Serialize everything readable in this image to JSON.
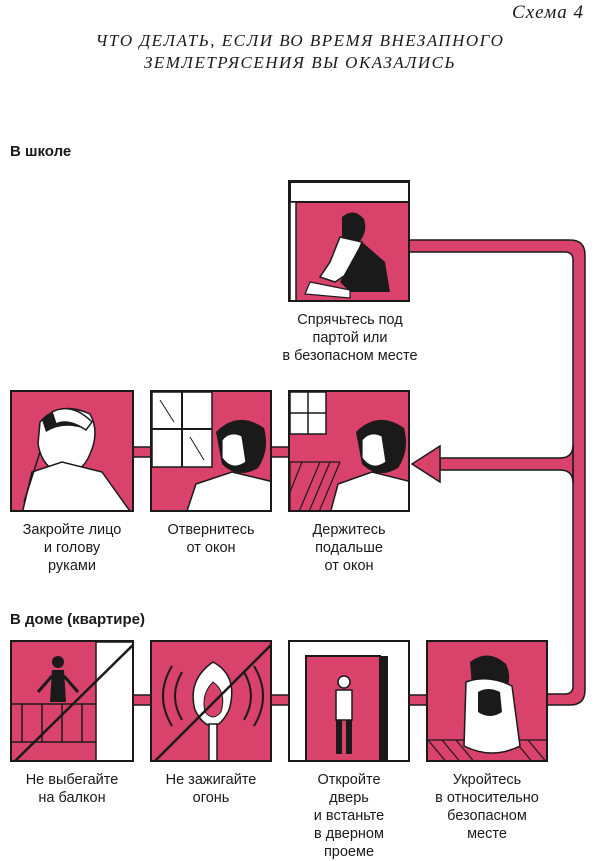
{
  "scheme_label": "Схема 4",
  "title": {
    "line1": "ЧТО ДЕЛАТЬ, ЕСЛИ ВО ВРЕМЯ ВНЕЗАПНОГО",
    "line2": "ЗЕМЛЕТРЯСЕНИЯ ВЫ ОКАЗАЛИСЬ"
  },
  "sections": {
    "school": "В школе",
    "home": "В доме (квартире)"
  },
  "school_steps": [
    {
      "lines": [
        "Спрячьтесь под",
        "партой или",
        "в безопасном месте"
      ]
    },
    {
      "lines": [
        "Закройте лицо",
        "и голову",
        "руками"
      ]
    },
    {
      "lines": [
        "Отвернитесь",
        "от окон"
      ]
    },
    {
      "lines": [
        "Держитесь",
        "подальше",
        "от окон"
      ]
    }
  ],
  "home_steps": [
    {
      "lines": [
        "Не выбегайте",
        "на балкон"
      ]
    },
    {
      "lines": [
        "Не зажигайте",
        "огонь"
      ]
    },
    {
      "lines": [
        "Откройте",
        "дверь",
        "и встаньте",
        "в дверном",
        "проеме"
      ]
    },
    {
      "lines": [
        "Укройтесь",
        "в относительно",
        "безопасном",
        "месте"
      ]
    }
  ],
  "colors": {
    "accent": "#d9426a",
    "ink": "#1a1a1a",
    "paper": "#ffffff"
  }
}
